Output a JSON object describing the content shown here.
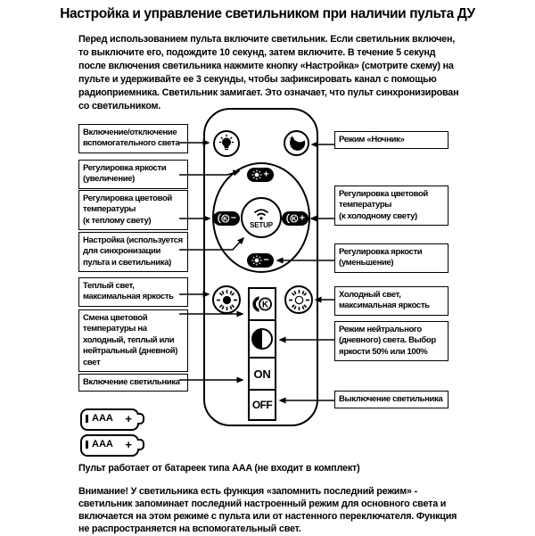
{
  "title": "Настройка и управление светильником при наличии пульта ДУ",
  "intro": "Перед использованием пульта включите светильник. Если светильник включен, то выключите его, подождите 10 секунд, затем включите. В течение 5 секунд после включения светильника нажмите кнопку «Настройка» (смотрите схему) на пульте и удерживайте ее 3 секунды, чтобы зафиксировать канал с помощью радиоприемника. Светильник замигает. Это означает, что пульт синхронизирован со светильником.",
  "callouts_left": [
    "Включение/отключение\nвспомогательного света",
    "Регулировка яркости\n(увеличение)",
    "Регулировка цветовой\nтемпературы\n(к теплому свету)",
    "Настройка (используется\nдля синхронизации\nпульта и светильника)",
    "Теплый свет,\nмаксимальная яркость",
    "Смена цветовой\nтемпературы на\nхолодный, теплый или\nнейтральный (дневной)\nсвет",
    "Включение светильника"
  ],
  "callouts_right": [
    "Режим «Ночник»",
    "Регулировка цветовой\nтемпературы\n(к холодному свету)",
    "Регулировка яркости\n(уменьшение)",
    "Холодный свет,\nмаксимальная яркость",
    "Режим нейтрального\n(дневного) света. Выбор\nяркости 50% или 100%",
    "Выключение светильника"
  ],
  "remote": {
    "setup_label": "SETUP",
    "plus_sign": "+",
    "minus_sign": "−",
    "k_letter": "K",
    "on_label": "ON",
    "off_label": "OFF",
    "icons": {
      "aux_light": "bulb-icon",
      "night_mode": "moon-star-icon",
      "setup": "wifi-icon",
      "brightness": "sun-icon",
      "warm_max": "sun-filled-icon",
      "cold_max": "sun-outline-icon",
      "temp_cycle": "crescent-k-icon",
      "neutral_mode": "contrast-icon"
    }
  },
  "battery": {
    "label": "AAA",
    "plus_sign": "+",
    "count": 2
  },
  "battery_note": "Пульт работает от батареек типа AAA (не входит в комплект)",
  "warning": "Внимание! У светильника есть функция «запомнить последний режим» - светильник запоминает последний настроенный режим для основного света и включается на этом режиме с пульта или от настенного переключателя. Функция не распространяется на вспомогательный свет.",
  "colors": {
    "ink": "#000000",
    "paper": "#ffffff"
  }
}
